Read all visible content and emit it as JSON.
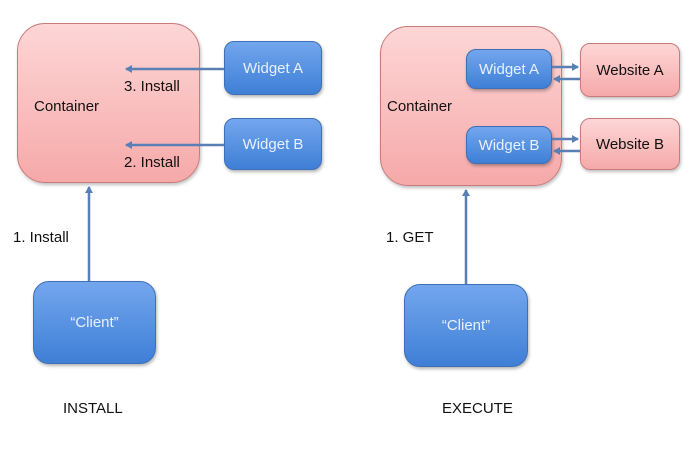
{
  "colors": {
    "container_fill": "#f8b4b4",
    "widget_fill": "#4a8ae0",
    "arrow": "#5a7fb5"
  },
  "install_panel": {
    "caption": "INSTALL",
    "container_label": "Container",
    "widget_a": "Widget A",
    "widget_b": "Widget B",
    "client": "“Client”",
    "step_1": "1. Install",
    "step_2": "2. Install",
    "step_3": "3. Install"
  },
  "execute_panel": {
    "caption": "EXECUTE",
    "container_label": "Container",
    "widget_a": "Widget A",
    "widget_b": "Widget B",
    "website_a": "Website A",
    "website_b": "Website B",
    "client": "“Client”",
    "step_1": "1. GET"
  }
}
